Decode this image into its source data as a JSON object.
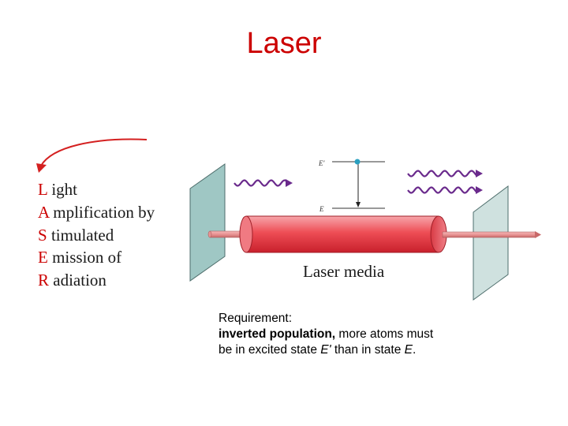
{
  "title": "Laser",
  "acronym": [
    {
      "letter": "L",
      "rest": " ight"
    },
    {
      "letter": "A",
      "rest": " mplification by"
    },
    {
      "letter": "S",
      "rest": " timulated"
    },
    {
      "letter": "E",
      "rest": " mission of"
    },
    {
      "letter": "R",
      "rest": " adiation"
    }
  ],
  "diagram": {
    "upper_level": "E'",
    "lower_level": "E",
    "media_label": "Laser media"
  },
  "requirement": {
    "heading": "Requirement:",
    "bold": "inverted population,",
    "text1": " more atoms must",
    "text2": "be in excited state ",
    "e_prime": "E'",
    "text3": " than in state ",
    "e": "E",
    "end": "."
  },
  "colors": {
    "title": "#cc0000",
    "letters": "#cc0000",
    "wave": "#6a2a8c",
    "tube": "#ee4d55",
    "mirror": "#9fc7c4"
  }
}
